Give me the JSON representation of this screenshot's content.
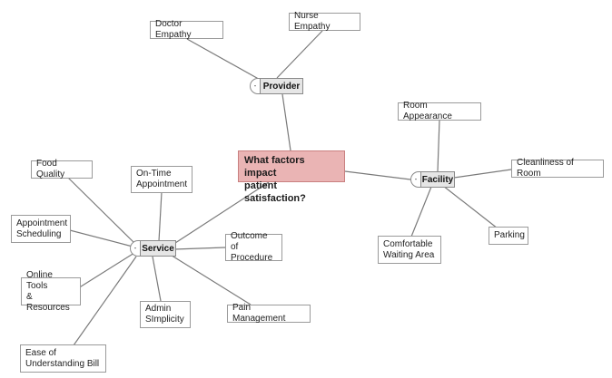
{
  "central": {
    "label": "What factors impact\npatient satisfaction?"
  },
  "hubs": {
    "provider": {
      "label": "Provider",
      "toggle": "-"
    },
    "facility": {
      "label": "Facility",
      "toggle": "-"
    },
    "service": {
      "label": "Service",
      "toggle": "-"
    }
  },
  "nodes": {
    "doctor_empathy": "Doctor Empathy",
    "nurse_empathy": "Nurse Empathy",
    "room_appearance": "Room Appearance",
    "cleanliness_of_room": "Cleanliness of Room",
    "parking": "Parking",
    "comfortable_waiting_area": "Comfortable\nWaiting Area",
    "food_quality": "Food Quality",
    "on_time_appointment": "On-Time\nAppointment",
    "appointment_scheduling": "Appointment\nScheduling",
    "outcome_of_procedure": "Outcome of\nProcedure",
    "online_tools_resources": "Online Tools\n& Resources",
    "admin_simplicity": "Admin\nSImplicity",
    "pain_management": "Pain Management",
    "ease_of_understanding_bill": "Ease of\nUnderstanding Bill"
  }
}
